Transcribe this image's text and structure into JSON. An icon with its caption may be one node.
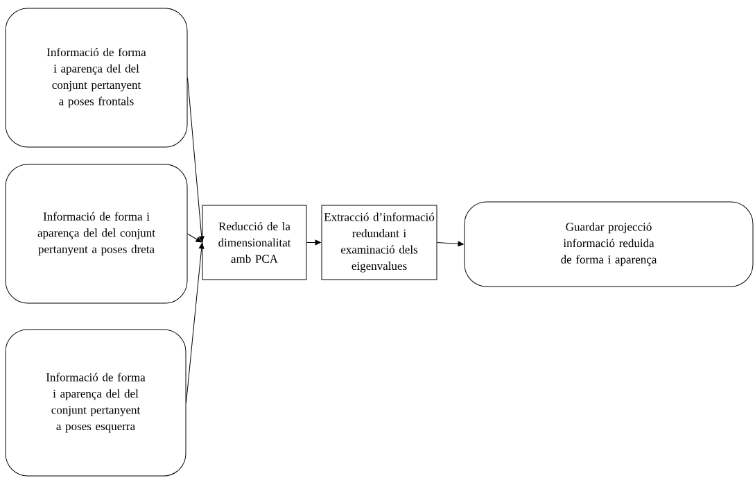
{
  "diagram": {
    "nodes": [
      {
        "text": [
          "Informació de forma i aparença del del conjunt pertanyent a poses frontals"
        ]
      },
      {
        "text": [
          "Informació de forma i aparença del del conjunt pertanyent a poses dreta"
        ]
      },
      {
        "text": [
          "Informació de forma i aparença del del conjunt pertanyent a poses esquerra"
        ]
      },
      {
        "text": [
          "Reducció de la dimensionalitat amb PCA"
        ]
      },
      {
        "text": [
          "Extracció d’informació redundant i examinació dels eigenvalues"
        ]
      },
      {
        "text": [
          "Guardar projecció informació reduida de forma i aparença"
        ]
      }
    ],
    "edges": [
      {
        "from": 0,
        "to": 3,
        "arrow": "to"
      },
      {
        "from": 1,
        "to": 3,
        "arrow": "to"
      },
      {
        "from": 2,
        "to": 3,
        "arrow": "to"
      },
      {
        "from": 3,
        "to": 4,
        "arrow": "to"
      },
      {
        "from": 4,
        "to": 5,
        "arrow": "to"
      }
    ]
  }
}
